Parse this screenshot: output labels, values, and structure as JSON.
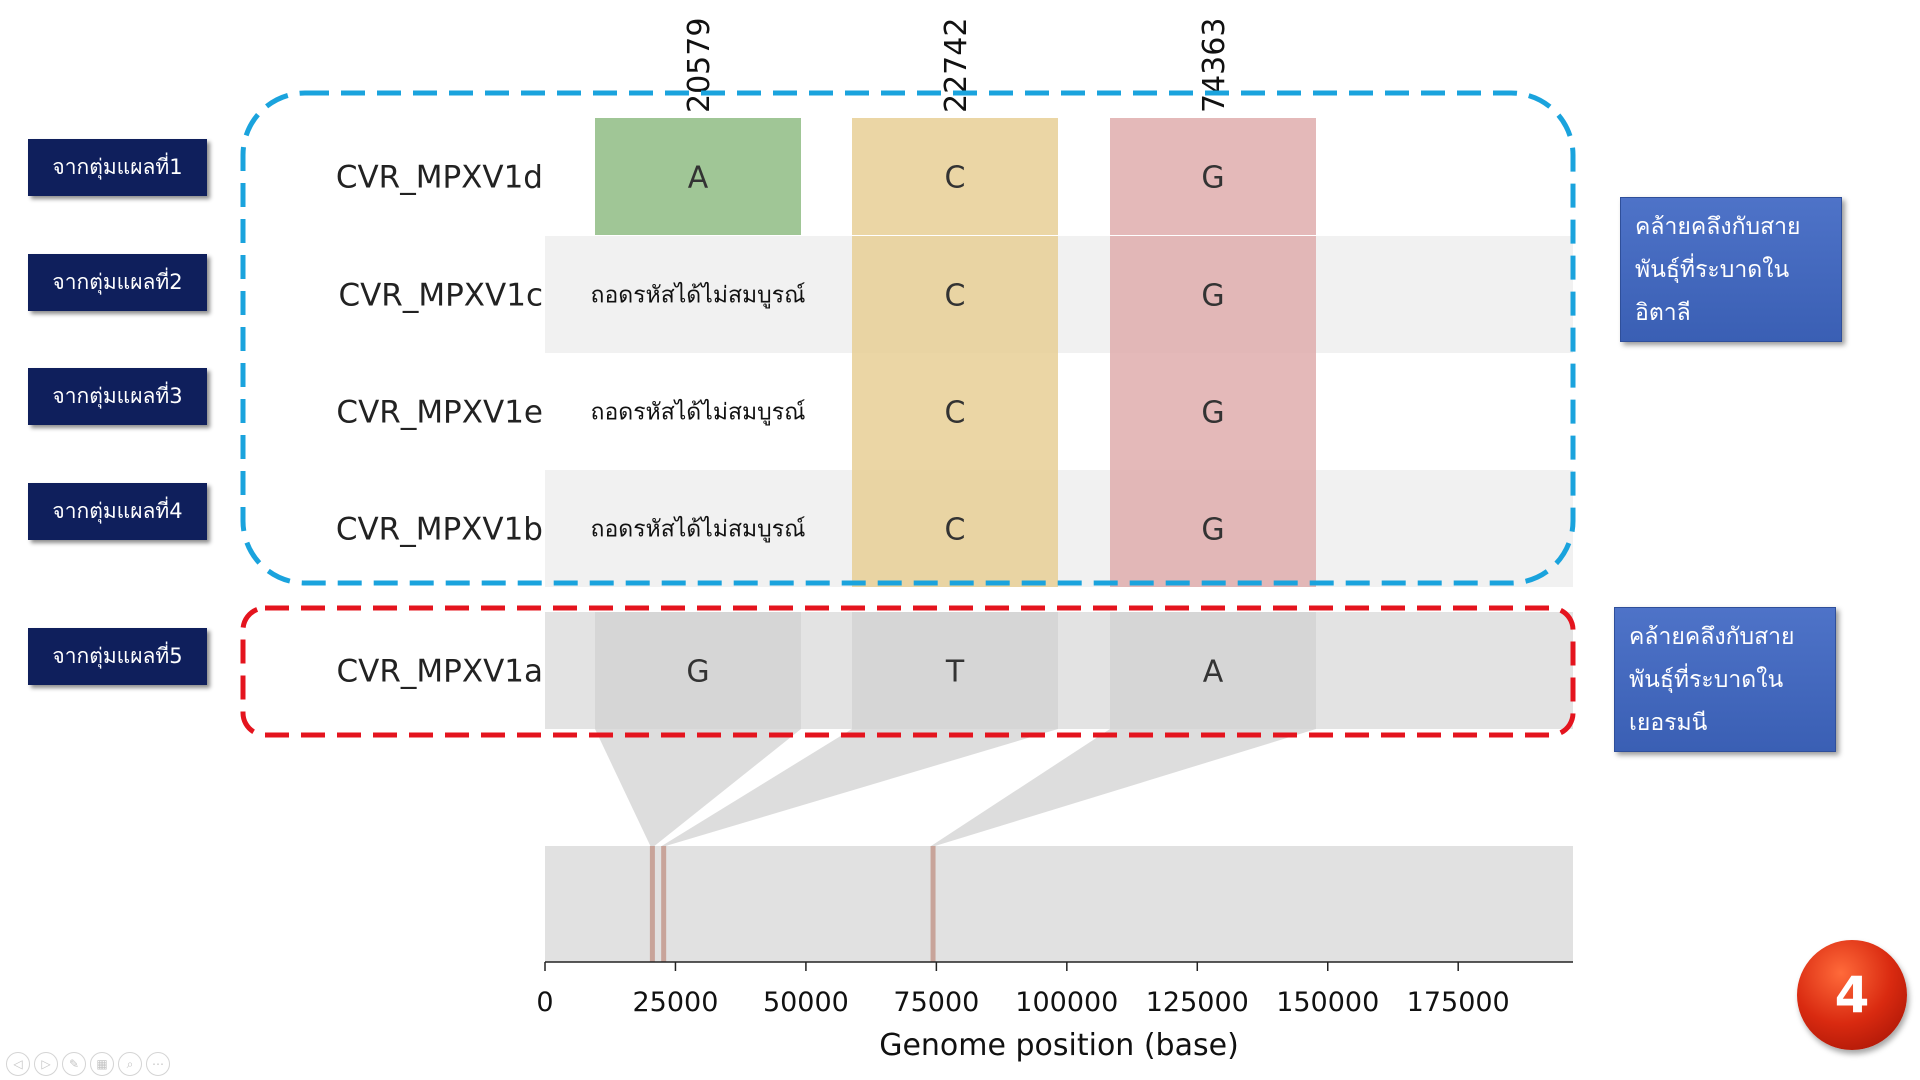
{
  "chart_data": {
    "type": "heatmap",
    "positions": [
      "20579",
      "22742",
      "74363"
    ],
    "position_colors": [
      "#8fbc84",
      "#e7cf95",
      "#dfadad"
    ],
    "samples": [
      {
        "name": "CVR_MPXV1d",
        "bases": [
          "A",
          "C",
          "G"
        ]
      },
      {
        "name": "CVR_MPXV1c",
        "bases": [
          "ถอดรหัสได้ไม่สมบูรณ์",
          "C",
          "G"
        ]
      },
      {
        "name": "CVR_MPXV1e",
        "bases": [
          "ถอดรหัสได้ไม่สมบูรณ์",
          "C",
          "G"
        ]
      },
      {
        "name": "CVR_MPXV1b",
        "bases": [
          "ถอดรหัสได้ไม่สมบูรณ์",
          "C",
          "G"
        ]
      },
      {
        "name": "CVR_MPXV1a",
        "bases": [
          "G",
          "T",
          "A"
        ]
      }
    ],
    "reference_row": 4,
    "genome_axis": {
      "xlabel": "Genome position (base)",
      "xlim": [
        0,
        197000
      ],
      "ticks": [
        0,
        25000,
        50000,
        75000,
        100000,
        125000,
        150000,
        175000
      ],
      "tick_labels": [
        "0",
        "25000",
        "50000",
        "75000",
        "100000",
        "125000",
        "150000",
        "175000"
      ],
      "markers": [
        20579,
        22742,
        74363
      ],
      "marker_color": "#c8a49a"
    }
  },
  "patient_labels": [
    "จากตุ่มแผลที่1",
    "จากตุ่มแผลที่2",
    "จากตุ่มแผลที่3",
    "จากตุ่มแผลที่4",
    "จากตุ่มแผลที่5"
  ],
  "notes": {
    "italy": [
      "คล้ายคลึงกับสาย",
      "พันธุ์ที่ระบาดใน",
      "อิตาลี"
    ],
    "germany": [
      "คล้ายคลึงกับสาย",
      "พันธุ์ที่ระบาดใน",
      "เยอรมนี"
    ]
  },
  "group_box_colors": {
    "blue": "#1aa3dd",
    "red": "#e4141e"
  },
  "page_number": "4",
  "toolbar_icons": [
    "previous-icon",
    "next-icon",
    "pen-icon",
    "slides-icon",
    "zoom-icon",
    "more-icon"
  ],
  "toolbar_glyphs": [
    "◁",
    "▷",
    "✎",
    "▦",
    "⌕",
    "⋯"
  ]
}
